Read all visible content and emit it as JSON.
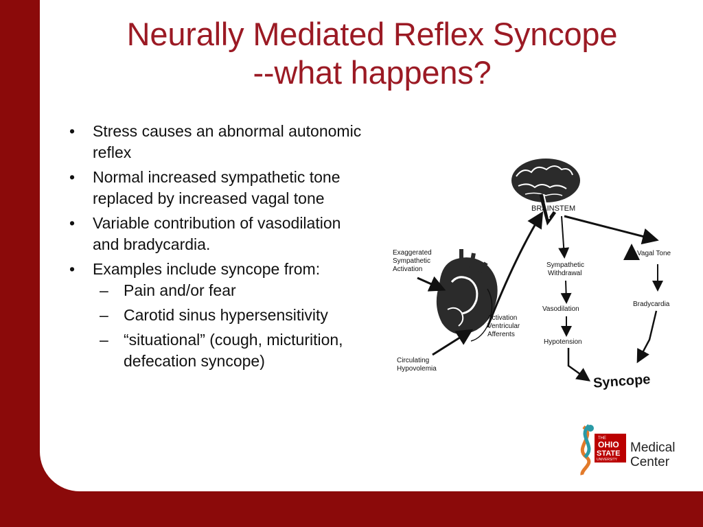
{
  "title": {
    "line1": "Neurally Mediated Reflex Syncope",
    "line2": "--what happens?"
  },
  "bullets": [
    {
      "text": "Stress causes an abnormal autonomic reflex"
    },
    {
      "text": "Normal increased sympathetic tone replaced by increased vagal tone"
    },
    {
      "text": "Variable contribution of vasodilation and bradycardia."
    },
    {
      "text": "Examples include syncope from:",
      "sub": [
        "Pain and/or fear",
        "Carotid sinus hypersensitivity",
        "“situational” (cough, micturition, defecation syncope)"
      ]
    }
  ],
  "bullet_glyph": "•",
  "dash_glyph": "–",
  "diagram": {
    "brainstem": "BRAINSTEM",
    "exaggerated": [
      "Exaggerated",
      "Sympathetic",
      "Activation"
    ],
    "activation": [
      "Activation",
      "Ventricular",
      "Afferents"
    ],
    "circulating": [
      "Circulating",
      "Hypovolemia"
    ],
    "sympathetic_withdrawal": [
      "Sympathetic",
      "Withdrawal"
    ],
    "vasodilation": "Vasodilation",
    "hypotension": "Hypotension",
    "vagal_tone": "Vagal Tone",
    "bradycardia": "Bradycardia",
    "syncope": "Syncope"
  },
  "logo": {
    "ohio": "OHIO",
    "state": "STATE",
    "the": "THE",
    "university": "UNIVERSITY",
    "line1": "Medical",
    "line2": "Center"
  },
  "colors": {
    "background_red": "#8b0a0a",
    "title_red": "#9b1a24",
    "logo_scarlet": "#bb0000",
    "logo_orange": "#e27a2a",
    "logo_teal": "#2a9aa6"
  }
}
